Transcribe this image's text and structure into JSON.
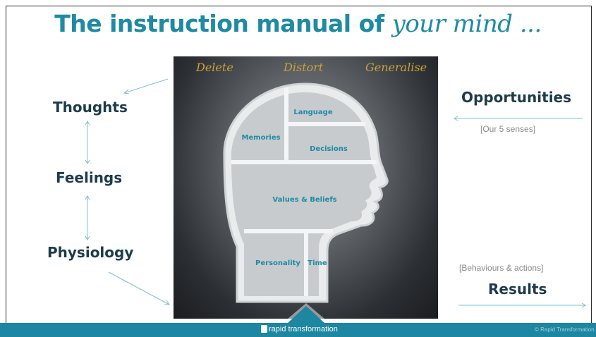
{
  "title": {
    "main": "The instruction manual of ",
    "emphasis": "your mind ..."
  },
  "left": {
    "thoughts": "Thoughts",
    "feelings": "Feelings",
    "physiology": "Physiology"
  },
  "right": {
    "opportunities": "Opportunities",
    "senses": "[Our 5 senses]",
    "behaviours": "[Behaviours & actions]",
    "results": "Results"
  },
  "filters": {
    "delete": "Delete",
    "distort": "Distort",
    "generalise": "Generalise"
  },
  "shelves": {
    "memories": "Memories",
    "language": "Language",
    "decisions": "Decisions",
    "values": "Values & Beliefs",
    "personality": "Personality",
    "time": "Time"
  },
  "footer": {
    "logo": "rapid transformation",
    "copyright": "© Rapid Transformation"
  },
  "colors": {
    "accent": "#1f8aa4",
    "label": "#1d3b4a",
    "gold": "#c9a23c",
    "footer": "#1d86a1"
  }
}
